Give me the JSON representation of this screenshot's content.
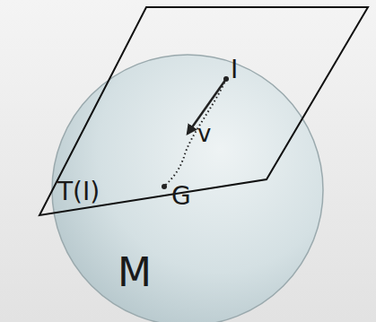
{
  "diagram": {
    "labels": [
      "I",
      "T(I)",
      "v",
      "G",
      "M"
    ]
  }
}
